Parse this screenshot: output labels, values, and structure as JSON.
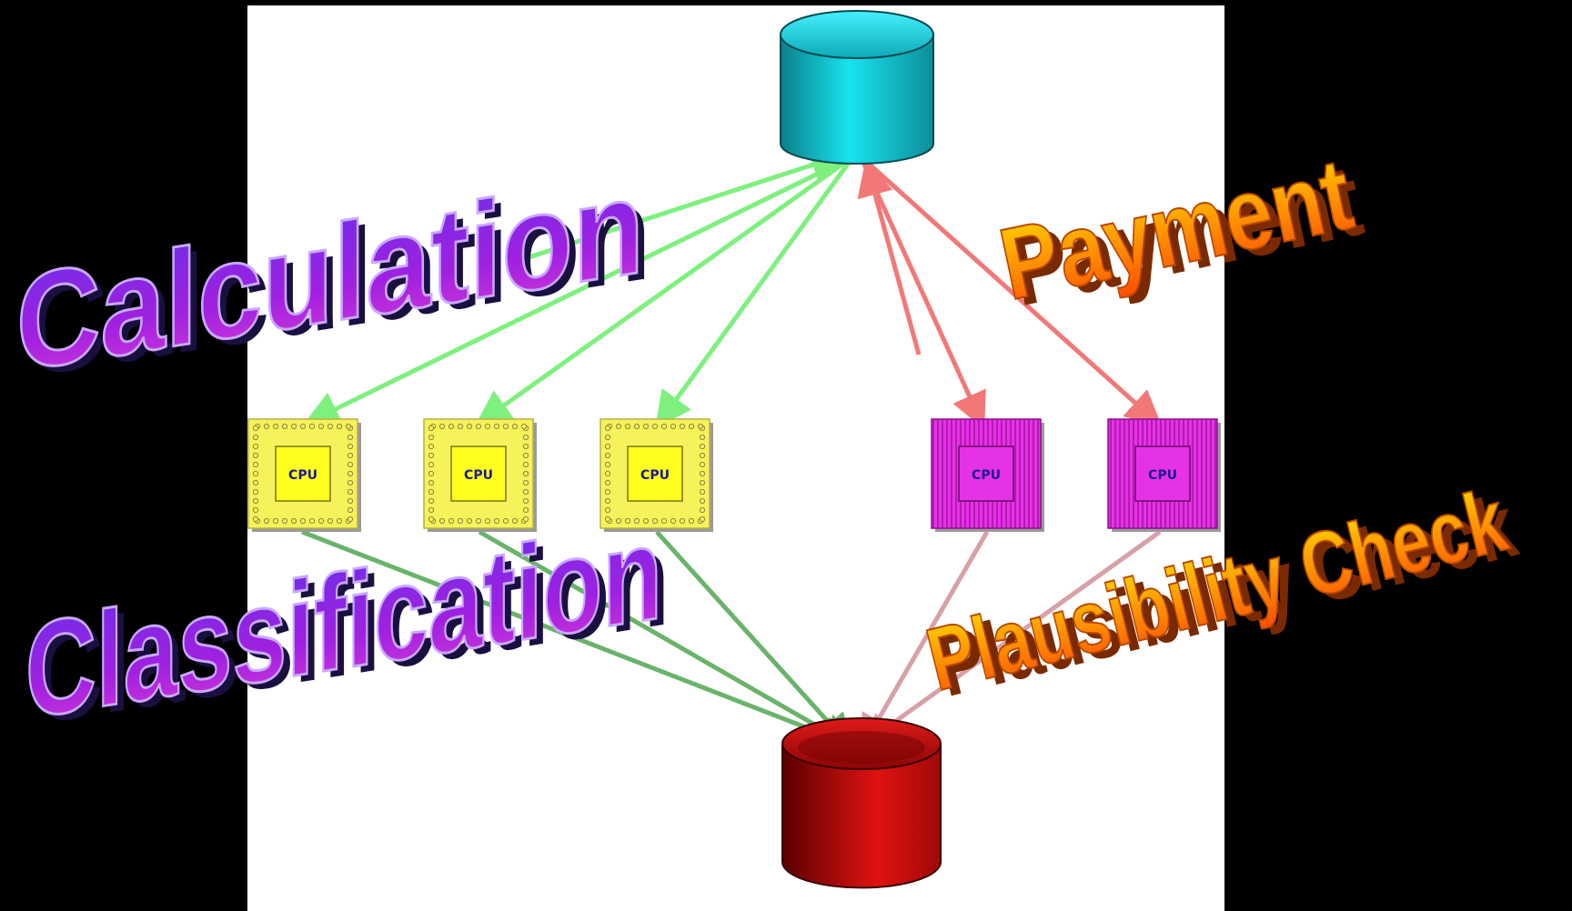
{
  "colors": {
    "background": "#000000",
    "panel": "#ffffff",
    "green_arrow": "#7ef07e",
    "red_arrow": "#f27878",
    "cyan_db": "#22d8e6",
    "red_db": "#d01010",
    "yellow_cpu": "#f6f35a",
    "magenta_cpu": "#e632e6",
    "purple_text": "#a31ad6",
    "orange_text": "#ff9a00"
  },
  "diagram": {
    "top_database_icon": "cyan-database-icon",
    "bottom_database_icon": "red-database-icon",
    "cpus": [
      {
        "label": "CPU",
        "color": "yellow"
      },
      {
        "label": "CPU",
        "color": "yellow"
      },
      {
        "label": "CPU",
        "color": "yellow"
      },
      {
        "label": "CPU",
        "color": "magenta"
      },
      {
        "label": "CPU",
        "color": "magenta"
      }
    ]
  },
  "labels": {
    "calculation": "Calculation",
    "classification": "Classification",
    "payment": "Payment",
    "plausibility": "Plausibility Check"
  }
}
